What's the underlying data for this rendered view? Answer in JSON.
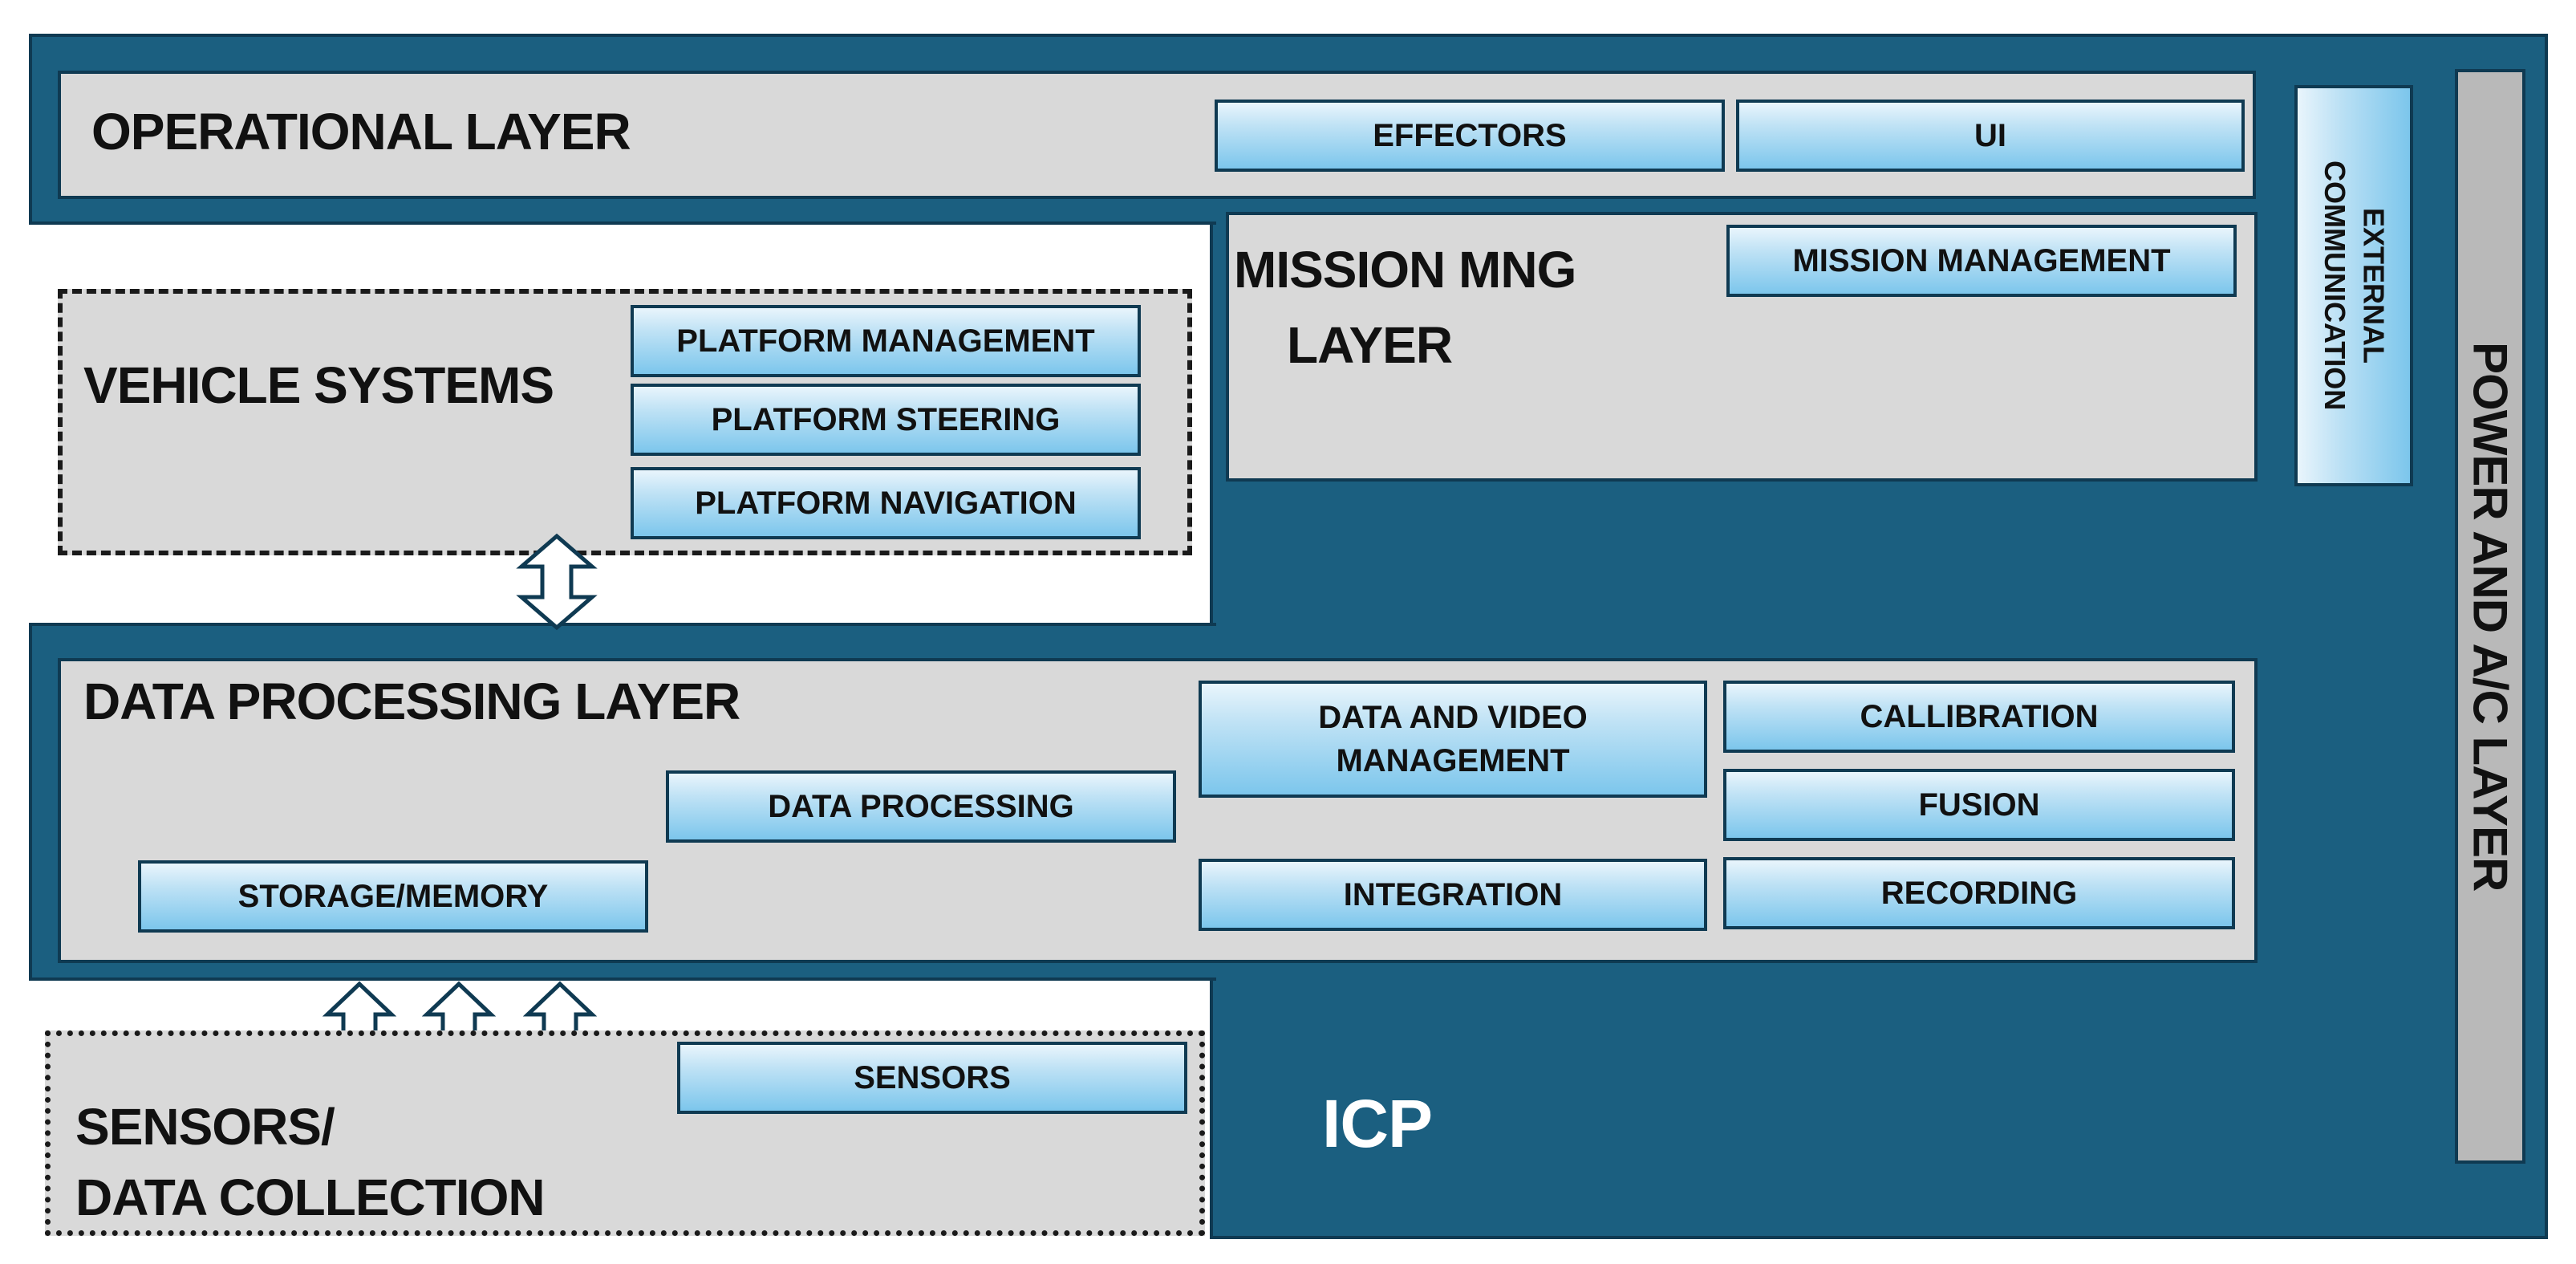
{
  "layers": {
    "operational": "OPERATIONAL LAYER",
    "mission_line1": "MISSION MNG",
    "mission_line2": "LAYER",
    "vehicle": "VEHICLE SYSTEMS",
    "data_processing": "DATA PROCESSING LAYER",
    "sensors_line1": "SENSORS/",
    "sensors_line2": "DATA COLLECTION",
    "power": "POWER AND A/C LAYER",
    "icp": "ICP"
  },
  "boxes": {
    "effectors": "EFFECTORS",
    "ui": "UI",
    "external_communication": "EXTERNAL COMMUNICATION",
    "mission_management": "MISSION MANAGEMENT",
    "platform_management": "PLATFORM MANAGEMENT",
    "platform_steering": "PLATFORM STEERING",
    "platform_navigation": "PLATFORM NAVIGATION",
    "data_video_management": "DATA AND VIDEO MANAGEMENT",
    "callibration": "CALLIBRATION",
    "data_processing": "DATA PROCESSING",
    "fusion": "FUSION",
    "storage_memory": "STORAGE/MEMORY",
    "integration": "INTEGRATION",
    "recording": "RECORDING",
    "sensors": "SENSORS"
  },
  "colors": {
    "navy": "#1b5f80",
    "panel_gray": "#d9d9d9",
    "box_blue": "#7cc6ec"
  }
}
